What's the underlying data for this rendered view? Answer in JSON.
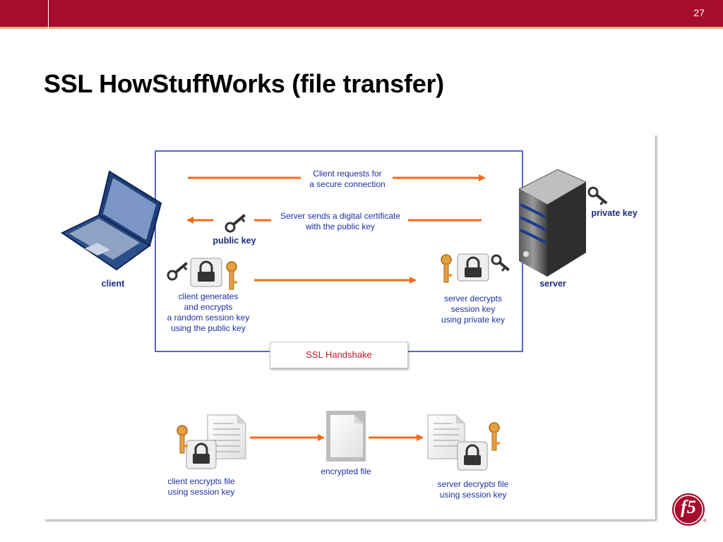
{
  "slide": {
    "number": "27",
    "title": "SSL HowStuffWorks (file transfer)"
  },
  "diagram": {
    "labels": {
      "client": "client",
      "server": "server",
      "private_key": "private key",
      "public_key": "public key",
      "client_request": "Client requests for\na secure connection",
      "server_sends": "Server sends a digital certificate\nwith the public key",
      "client_generates": "client generates\nand encrypts\na random session key\nusing the public key",
      "server_decrypts_key": "server decrypts\nsession key\nusing private key",
      "ssl_handshake": "SSL Handshake",
      "encrypted_file": "encrypted file",
      "client_encrypts_file": "client encrypts file\nusing session key",
      "server_decrypts_file": "server decrypts file\nusing session key"
    },
    "colors": {
      "arrow": "#f26b1d",
      "frame": "#5a66cc",
      "label": "#1e2fa0",
      "handshake_text": "#c0182a",
      "header": "#a50d2d"
    }
  },
  "logo": {
    "text": "f5",
    "reg": "®"
  }
}
